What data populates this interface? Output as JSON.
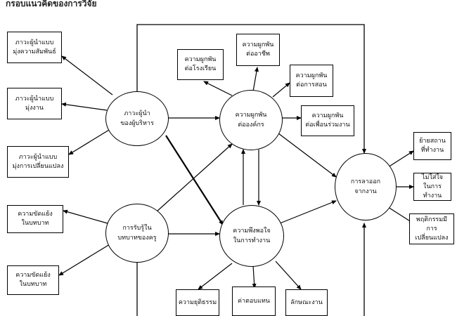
{
  "title": "กรอบแนวคิดของการวิจัย",
  "nodes": {
    "leader_relation": "ภาวะผู้นำแบบ\nมุ่งความสัมพันธ์",
    "leader_task": "ภาวะผู้นำแบบ\nมุ่งงาน",
    "leader_change": "ภาวะผู้นำแบบ\nมุ่งการเปลี่ยนแปลง",
    "role_conflict": "ความขัดแย้ง\nในบทบาท",
    "role_ambiguity": "ความขัดแย้ง\nในบทบาท",
    "admin_leadership": "ภาวะผู้นำ\nของผู้บริหาร",
    "role_perception": "การรับรู้ใน\nบทบาทของครู",
    "org_commitment": "ความผูกพัน\nต่อองค์กร",
    "job_satisfaction": "ความพึงพอใจ\nในการทำงาน",
    "turnover": "การลาออก\nจากงาน",
    "commit_school": "ความผูกพัน\nต่อโรงเรียน",
    "commit_career": "ความผูกพัน\nต่ออาชีพ",
    "commit_teaching": "ความผูกพัน\nต่อการสอน",
    "commit_colleagues": "ความผูกพัน\nต่อเพื่อนร่วมงาน",
    "sat_fairness": "ความยุติธรรม",
    "sat_pay": "ค่าตอบแทน",
    "sat_nature": "ลักษณะงาน",
    "out_move": "ย้ายสถาน\nที่ทำงาน",
    "out_disinterest": "ไม่ใส่ใจ\nในการทำงาน",
    "out_behavior": "พฤติกรรมมี\nการเปลี่ยนแปลง"
  }
}
